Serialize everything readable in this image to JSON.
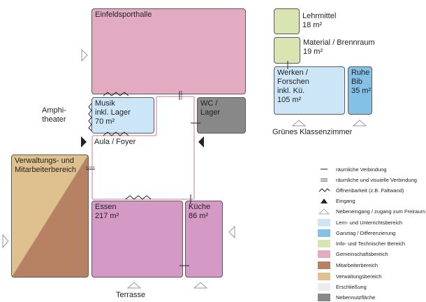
{
  "colors": {
    "lern": "#cce6f8",
    "ganztag": "#85c0e6",
    "info": "#d9e4b3",
    "gemeinschaft": "#e2abc2",
    "gemeinschaft_dining": "#d499c4",
    "mitarbeiter": "#b78263",
    "verwaltung": "#dfc18f",
    "erschliessung": "#ececec",
    "neben": "#888888",
    "corridor_stroke": "#dba6bb"
  },
  "rooms": {
    "sporthalle": "Einfeldsporthalle",
    "musik": "Musik\ninkl. Lager\n70 m²",
    "wc": "WC /\nLager",
    "aula": "Aula / Foyer",
    "verwaltung": "Verwaltungs- und\nMitarbeiterbereich",
    "essen": "Essen\n217 m²",
    "kueche": "Küche\n86 m²",
    "lehrmittel": "Lehrmittel\n18 m²",
    "material": "Material / Brennraum\n19 m²",
    "werken": "Werken /\nForschen\ninkl. Kü.\n105 m²",
    "ruhe": "Ruhe\nBib\n35 m²"
  },
  "labels": {
    "amphitheater": "Amphi-\ntheater",
    "gruenes_klassenzimmer": "Grünes Klassenzimmer",
    "terrasse": "Terrasse"
  },
  "legend": {
    "symbols": [
      {
        "icon": "line-single",
        "label": "räumliche Verbindung"
      },
      {
        "icon": "line-double",
        "label": "räumliche und visuielle Verbindung"
      },
      {
        "icon": "zigzag",
        "label": "Öffnenbarkeit (z.B. Faltwand)"
      },
      {
        "icon": "triangle-filled",
        "label": "Eingang"
      },
      {
        "icon": "triangle-outline",
        "label": "Nebeneingang / zugang zum Freiraum"
      }
    ],
    "areas": [
      {
        "key": "lern",
        "label": "Lern- und Unterrichtsbereich"
      },
      {
        "key": "ganztag",
        "label": "Ganztag / Differenzierung"
      },
      {
        "key": "info",
        "label": "Info- und Technischer Bereich"
      },
      {
        "key": "gemeinschaft",
        "label": "Gemeinschaftsbereich"
      },
      {
        "key": "mitarbeiter",
        "label": "Mitarbeiterbereich"
      },
      {
        "key": "verwaltung",
        "label": "Verwaltungsbereich"
      },
      {
        "key": "erschliessung",
        "label": "Erschließung"
      },
      {
        "key": "neben",
        "label": "Nebennutzfläche"
      }
    ]
  }
}
